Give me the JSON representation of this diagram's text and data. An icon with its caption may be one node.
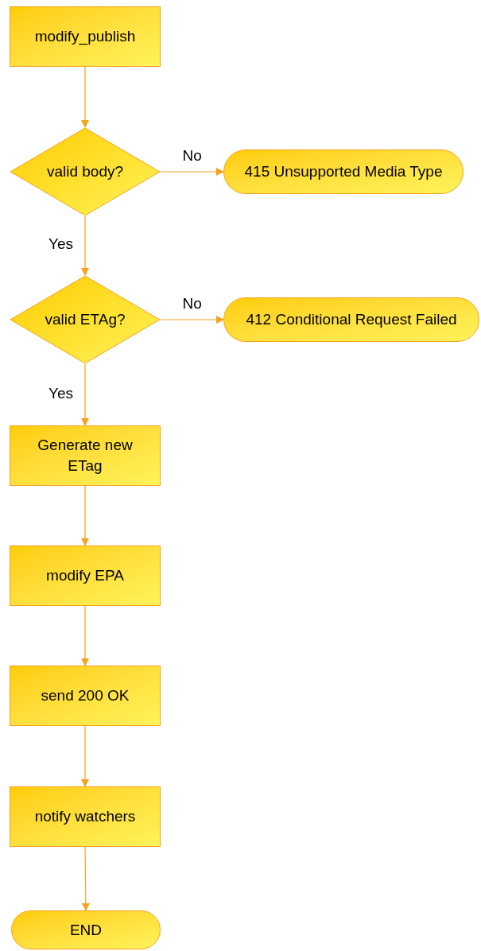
{
  "diagram": {
    "nodes": [
      {
        "text": [
          "modify_publish"
        ]
      },
      {
        "text": [
          "valid body?"
        ]
      },
      {
        "text": [
          "415 Unsupported Media Type"
        ]
      },
      {
        "text": [
          "valid ETAg?"
        ]
      },
      {
        "text": [
          "412 Conditional Request Failed"
        ]
      },
      {
        "text": [
          "Generate new ETag"
        ]
      },
      {
        "text": [
          "modify EPA"
        ]
      },
      {
        "text": [
          "send 200 OK"
        ]
      },
      {
        "text": [
          "notify watchers"
        ]
      },
      {
        "text": [
          "END"
        ]
      }
    ],
    "edges": [
      {
        "from": 0,
        "to": 1,
        "arrow": "to"
      },
      {
        "from": 1,
        "to": 2,
        "arrow": "to",
        "label": "No"
      },
      {
        "from": 1,
        "to": 3,
        "arrow": "to",
        "label": "Yes"
      },
      {
        "from": 3,
        "to": 4,
        "arrow": "to",
        "label": "No"
      },
      {
        "from": 3,
        "to": 5,
        "arrow": "to",
        "label": "Yes"
      },
      {
        "from": 5,
        "to": 6,
        "arrow": "to"
      },
      {
        "from": 6,
        "to": 7,
        "arrow": "to"
      },
      {
        "from": 7,
        "to": 8,
        "arrow": "to"
      },
      {
        "from": 8,
        "to": 9,
        "arrow": "to"
      }
    ]
  }
}
